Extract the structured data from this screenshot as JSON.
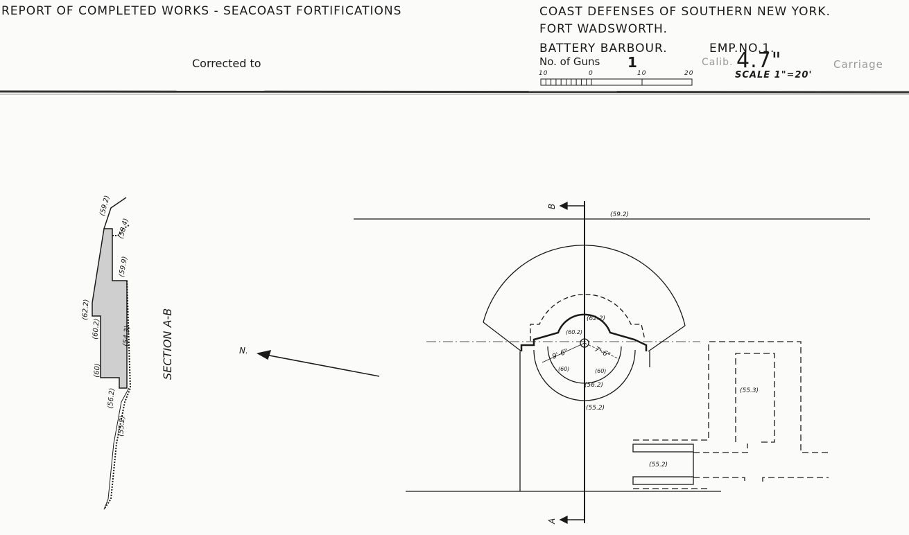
{
  "header": {
    "title": "REPORT OF COMPLETED WORKS - SEACOAST FORTIFICATIONS",
    "corrected_to": "Corrected to",
    "district": "COAST DEFENSES OF SOUTHERN NEW YORK.",
    "fort": "FORT WADSWORTH.",
    "battery": "BATTERY BARBOUR.",
    "emplacement": "EMP.NO.1.",
    "guns_label": "No. of Guns",
    "guns_value": "1",
    "caliber_label": "Calib.",
    "caliber_value": "4.7\"",
    "carriage_label": "Carriage",
    "scale_ticks": [
      "10",
      "0",
      "10",
      "20"
    ],
    "scale": "SCALE 1\"=20'"
  },
  "section": {
    "title": "SECTION A-B",
    "elevations": [
      "(59.2)",
      "(58.4)",
      "(59.9)",
      "(62.2)",
      "(60.2)",
      "(54.3)",
      "(60)",
      "(56.2)",
      "(55.2)"
    ]
  },
  "plan": {
    "north_label": "N.",
    "section_marker_top": "B",
    "section_marker_bottom": "A",
    "elev_top_line": "(59.2)",
    "elev_parapet": "(62.2)",
    "elev_platform": "(60.2)",
    "radius_left": "9'-6\"",
    "radius_right": "7'-6\"",
    "elev_left": "(60)",
    "elev_right": "(60)",
    "elev_pit": "(56.2)",
    "elev_below": "(55.2)",
    "elev_magazine": "(55.3)",
    "elev_passage": "(55.2)"
  }
}
